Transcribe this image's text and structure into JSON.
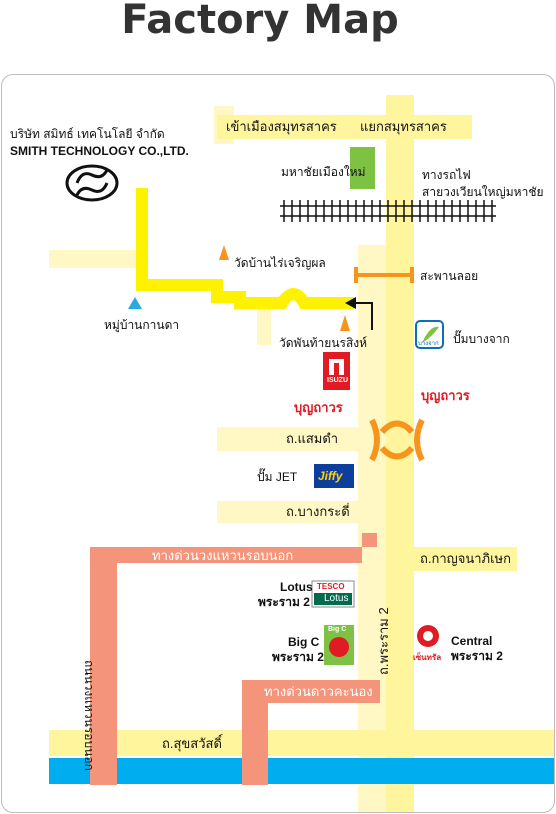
{
  "title": "Factory Map",
  "company": {
    "name_th": "บริษัท สมิทธ์ เทคโนโลยี จำกัด",
    "name_en": "SMITH TECHNOLOGY CO.,LTD."
  },
  "roads": {
    "to_samut_sakhon": "เข้าเมืองสมุทรสาคร",
    "samut_sakhon_junction": "แยกสมุทรสาคร",
    "saeng_dam": "ถ.แสมดำ",
    "bang_kradi": "ถ.บางกระดี่",
    "kanchanaphisek": "ถ.กาญจนาภิเษก",
    "outer_ring_expressway": "ทางด่วนวงแหวนรอบนอก",
    "rama2": "ถ.พระราม 2",
    "dao_khanong_expressway": "ทางด่วนดาวคะนอง",
    "suksawat": "ถ.สุขสวัสดิ์",
    "outer_ring_vertical": "ถนนวงแหวนรอบนอก"
  },
  "places": {
    "mahachai_muang_mai": "มหาชัยเมืองใหม่",
    "railway_1": "ทางรถไฟ",
    "railway_2": "สายวงเวียนใหญ่มหาชัย",
    "floating_bridge": "สะพานลอย",
    "wat_rai_charoenphon": "วัดบ้านไร่เจริญผล",
    "village_kanda": "หมู่บ้านกานดา",
    "wat_phan_thai": "วัดพันท้ายนรสิงห์",
    "bangchak_pump": "ปั๊มบางจาก",
    "jet_pump": "ปั๊ม JET",
    "lotus_1": "Lotus",
    "lotus_2": "พระราม 2",
    "bigc_1": "Big C",
    "bigc_2": "พระราม 2",
    "central_1": "Central",
    "central_2": "พระราม 2"
  },
  "logos": {
    "isuzu": "ISUZU",
    "bunthavorn_left": "บุญถาวร",
    "bunthavorn_right": "บุญถาวร",
    "jiffy": "Jiffy",
    "tesco": "TESCO",
    "lotus": "Lotus",
    "bigc": "Big C",
    "bangchak": "บางจาก",
    "central": "เซ็นทรัล"
  },
  "colors": {
    "road_yellow": "#fff59d",
    "route_yellow": "#fff200",
    "expressway": "#f4947a",
    "river": "#00aeef",
    "green": "#7dc242",
    "orange": "#f7941d",
    "red": "#e01b24"
  }
}
